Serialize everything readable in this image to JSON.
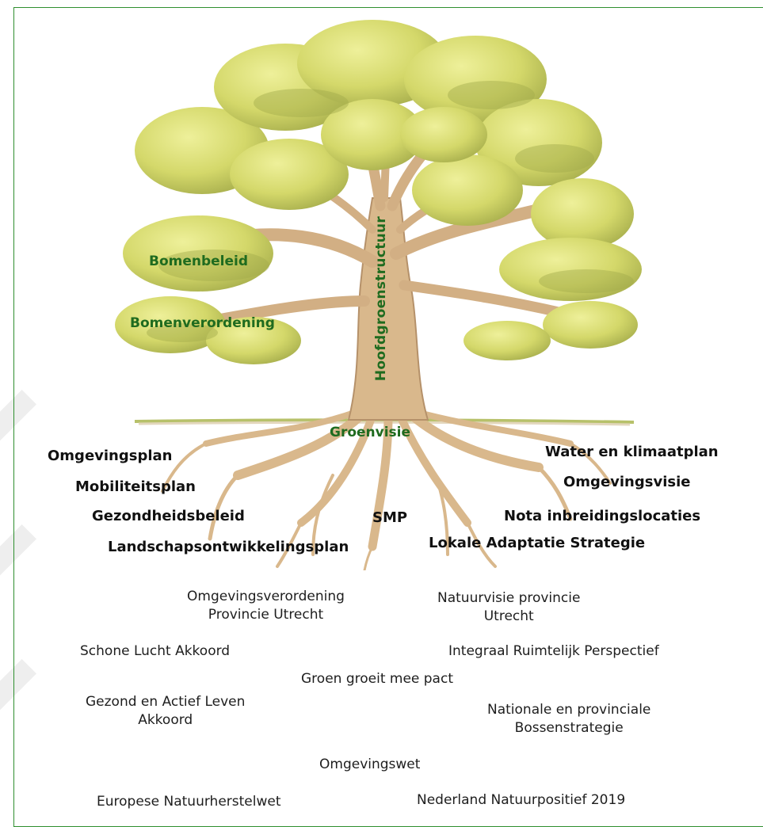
{
  "colors": {
    "frame": "#2f8f2f",
    "trunk": "#d9b88c",
    "foliage": "#d4d86a",
    "foliage_shadow": "#9aa447",
    "green_label": "#1f6b1f",
    "text": "#111111"
  },
  "tree": {
    "branch_labels": [
      "Bomenbeleid",
      "Bomenverordening"
    ],
    "trunk_label": "Hoofdgroenstructuur",
    "base_label": "Groenvisie"
  },
  "roots": {
    "left": [
      "Omgevingsplan",
      "Mobiliteitsplan",
      "Gezondheidsbeleid",
      "Landschapsontwikkelingsplan"
    ],
    "center": "SMP",
    "right": [
      "Water en klimaatplan",
      "Omgevingsvisie",
      "Nota inbreidingslocaties",
      "Lokale Adaptatie Strategie"
    ]
  },
  "soil": {
    "omgevingsverordening": [
      "Omgevingsverordening",
      "Provincie Utrecht"
    ],
    "natuurvisie": [
      "Natuurvisie provincie",
      "Utrecht"
    ],
    "schone_lucht": "Schone Lucht Akkoord",
    "integraal": "Integraal Ruimtelijk Perspectief",
    "groen_groeit": "Groen groeit mee pact",
    "gezond_actief": [
      "Gezond en Actief Leven",
      "Akkoord"
    ],
    "bossenstrategie": [
      "Nationale en provinciale",
      "Bossenstrategie"
    ],
    "omgevingswet": "Omgevingswet",
    "natuurherstelwet": "Europese Natuurherstelwet",
    "natuurpositief": "Nederland Natuurpositief 2019"
  }
}
